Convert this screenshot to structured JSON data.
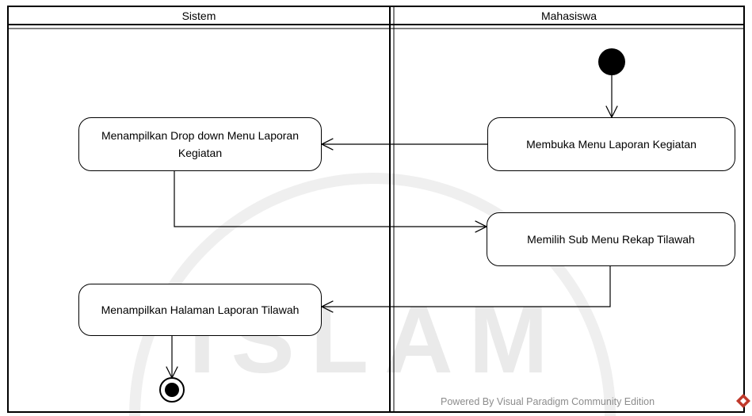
{
  "lanes": {
    "sistem": "Sistem",
    "mahasiswa": "Mahasiswa"
  },
  "actions": {
    "menampilkan_dropdown": "Menampilkan Drop down Menu Laporan Kegiatan",
    "membuka_menu": "Membuka Menu Laporan Kegiatan",
    "memilih_sub_menu": "Memilih Sub Menu Rekap Tilawah",
    "menampilkan_halaman": "Menampilkan Halaman Laporan Tilawah"
  },
  "footer": {
    "powered_by": "Powered By  Visual Paradigm Community Edition"
  },
  "background_watermark": {
    "text": "ISLAM"
  },
  "colors": {
    "stroke": "#000000",
    "background": "#ffffff",
    "watermark": "#d9d9d9",
    "footer_text": "#8c8c8c",
    "vp_logo": "#c0392b"
  }
}
